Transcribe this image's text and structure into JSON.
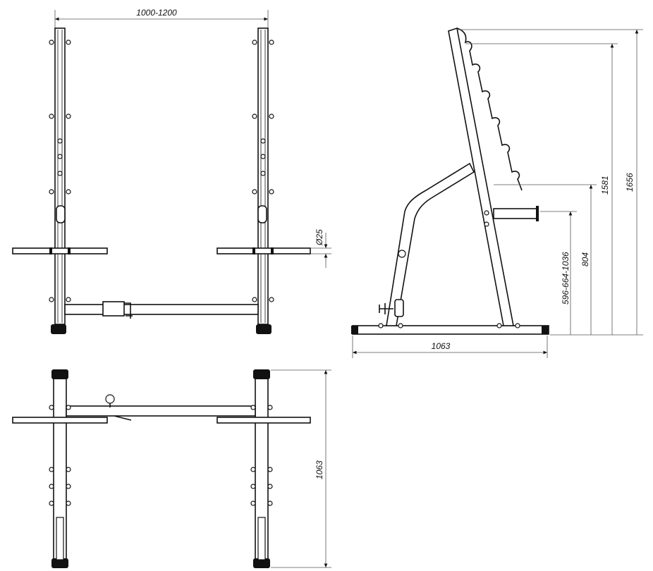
{
  "dimensions": {
    "front_width": "1000-1200",
    "bar_diameter": "Ø25",
    "side_base_length": "1063",
    "bar_holder_heights": "596-664-1036",
    "bar_holder_804": "804",
    "top_hook_height": "1581",
    "total_height": "1656",
    "top_view_depth": "1063"
  },
  "colors": {
    "line": "#111111",
    "dimension": "#555555",
    "background": "#ffffff"
  }
}
